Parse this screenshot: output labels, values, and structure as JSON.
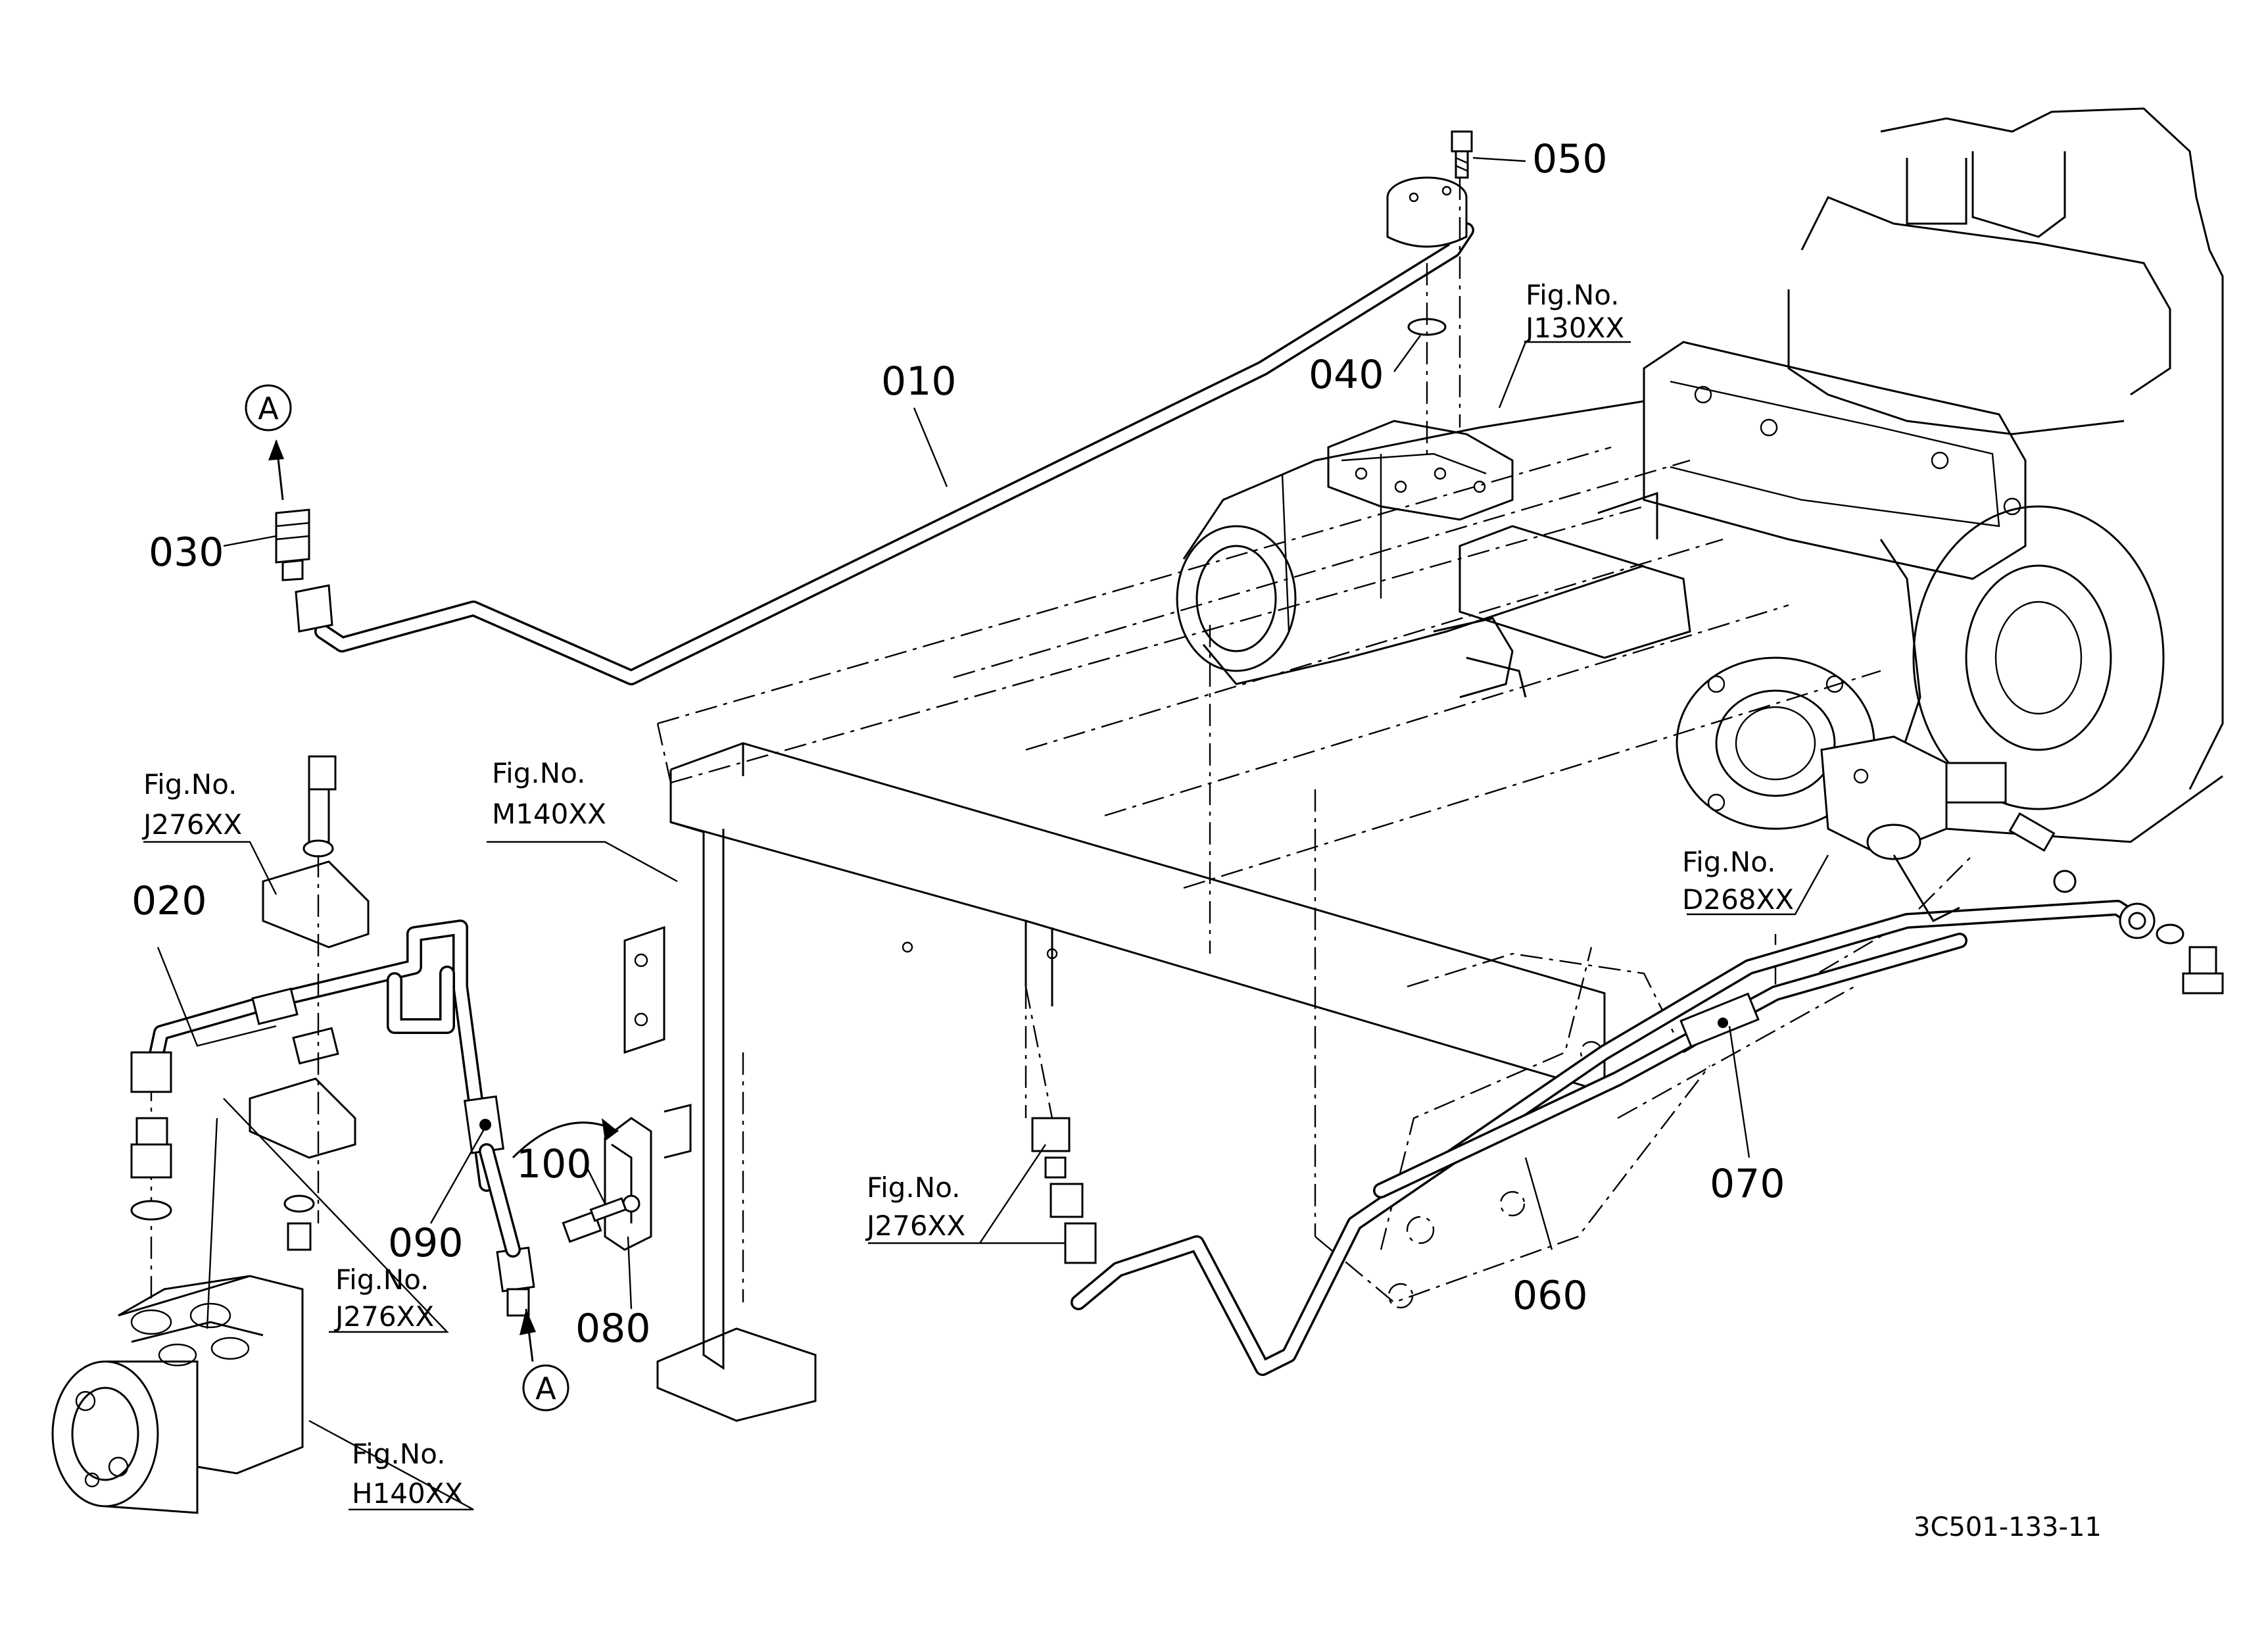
{
  "parts": {
    "p010": "010",
    "p020": "020",
    "p030": "030",
    "p040": "040",
    "p050": "050",
    "p060": "060",
    "p070": "070",
    "p080": "080",
    "p090": "090",
    "p100": "100"
  },
  "figure_refs": {
    "fig_label": "Fig.No.",
    "j130": "J130XX",
    "j276_upper": "J276XX",
    "j276_lower": "J276XX",
    "j276_center": "J276XX",
    "m140": "M140XX",
    "d268": "D268XX",
    "h140": "H140XX"
  },
  "callouts": {
    "a_top": "A",
    "a_bottom": "A"
  },
  "drawing_code": "3C501-133-11"
}
